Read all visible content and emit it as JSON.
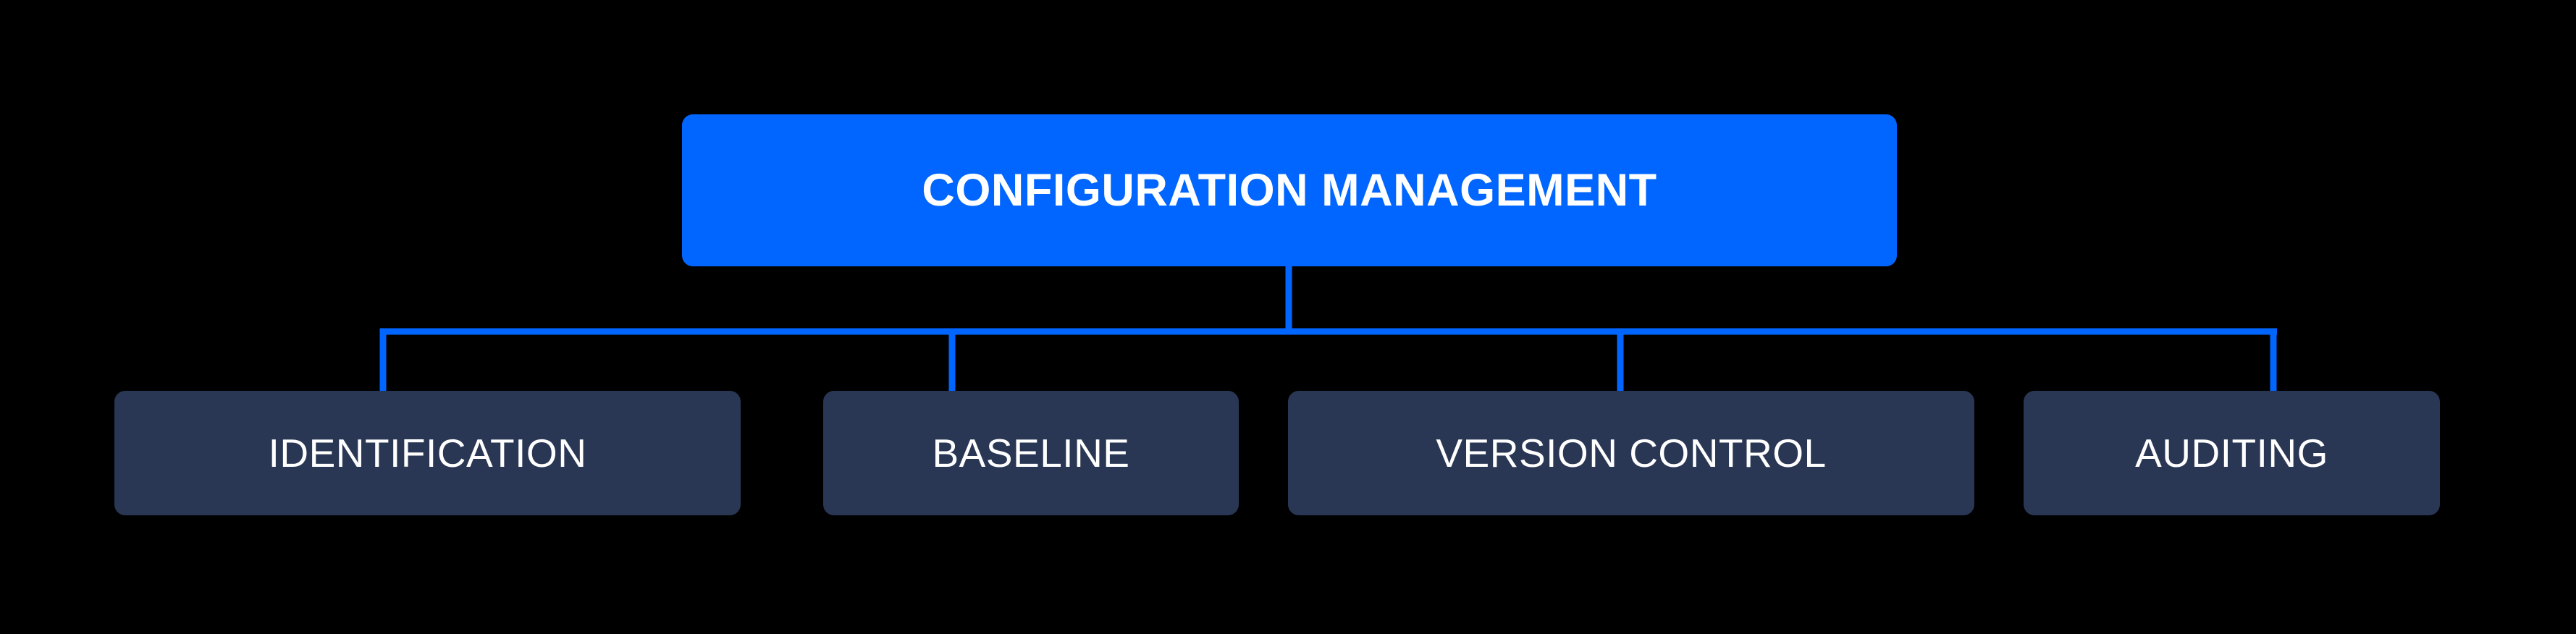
{
  "diagram": {
    "type": "hierarchy-tree",
    "background_color": "#000000",
    "connector_color": "#0066FF",
    "root": {
      "label": "CONFIGURATION MANAGEMENT",
      "fill_color": "#0066FF",
      "text_color": "#FFFFFF"
    },
    "children": [
      {
        "label": "IDENTIFICATION",
        "fill_color": "#2A3754",
        "text_color": "#FFFFFF"
      },
      {
        "label": "BASELINE",
        "fill_color": "#2A3754",
        "text_color": "#FFFFFF"
      },
      {
        "label": "VERSION CONTROL",
        "fill_color": "#2A3754",
        "text_color": "#FFFFFF"
      },
      {
        "label": "AUDITING",
        "fill_color": "#2A3754",
        "text_color": "#FFFFFF"
      }
    ]
  }
}
